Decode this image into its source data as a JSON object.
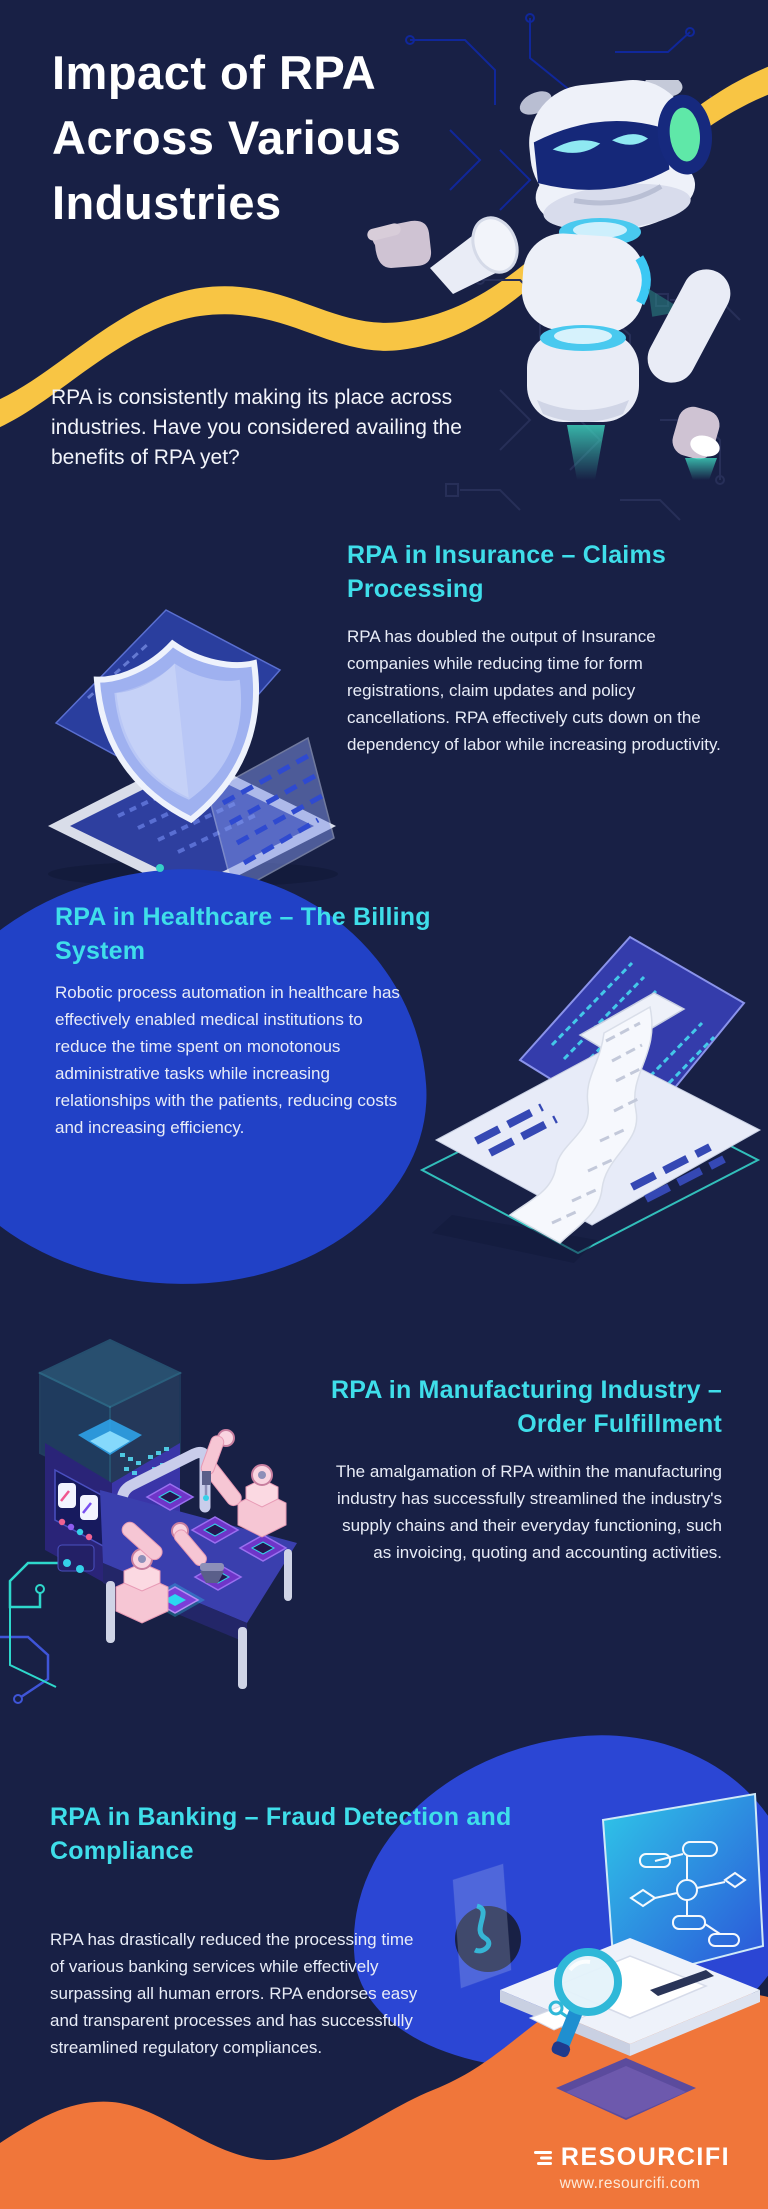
{
  "header": {
    "title": "Impact of RPA\nAcross Various\nIndustries",
    "intro": "RPA is consistently making its place across industries. Have you considered availing the benefits of RPA yet?"
  },
  "sections": [
    {
      "id": "insurance",
      "title": "RPA in Insurance – Claims\nProcessing",
      "body": "RPA has doubled the output of Insurance companies while reducing time for form registrations, claim updates and policy cancellations. RPA effectively cuts down on the dependency of labor while increasing productivity.",
      "illustration": "laptop-shield-security"
    },
    {
      "id": "healthcare",
      "title": "RPA in Healthcare – The Billing\nSystem",
      "body": "Robotic process automation in healthcare has effectively enabled medical institutions to reduce the time spent on monotonous administrative tasks while increasing relationships with the patients, reducing costs and increasing efficiency.",
      "illustration": "laptop-billing-receipt"
    },
    {
      "id": "manufacturing",
      "title": "RPA in Manufacturing Industry –\nOrder Fulfillment",
      "body": "The amalgamation of RPA within the manufacturing industry has successfully streamlined the industry's supply chains and their everyday functioning, such as invoicing, quoting and accounting activities.",
      "illustration": "assembly-line-robot-arms"
    },
    {
      "id": "banking",
      "title": "RPA in Banking – Fraud Detection and\nCompliance",
      "body": "RPA has drastically reduced the processing time of various banking services while effectively surpassing all human errors. RPA endorses easy and transparent processes and has successfully streamlined regulatory compliances.",
      "illustration": "fraud-detection-magnifier"
    }
  ],
  "footer": {
    "brand": "RESOURCIFI",
    "website": "www.resourcifi.com"
  },
  "colors": {
    "header_blue": "#1d3cb8",
    "navy_background": "#182045",
    "yellow_accent": "#f8c544",
    "heading_cyan": "#3fdeea",
    "body_text": "#e8ecf7",
    "healthcare_blob_blue": "#2141c6",
    "banking_blob_blue": "#2b46d4",
    "footer_orange": "#f0763a"
  }
}
